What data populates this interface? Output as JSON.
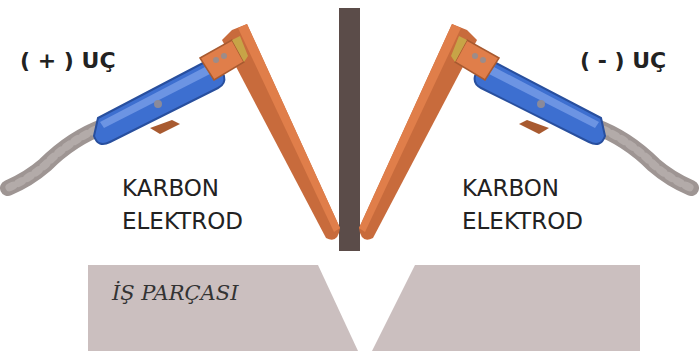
{
  "diagram": {
    "nodes": [
      {
        "text": [
          "İŞ PARÇASI"
        ]
      }
    ],
    "labels": [
      "( + ) UÇ",
      "( - ) UÇ",
      "KARBON ELEKTROD",
      "KARBON ELEKTROD"
    ]
  }
}
